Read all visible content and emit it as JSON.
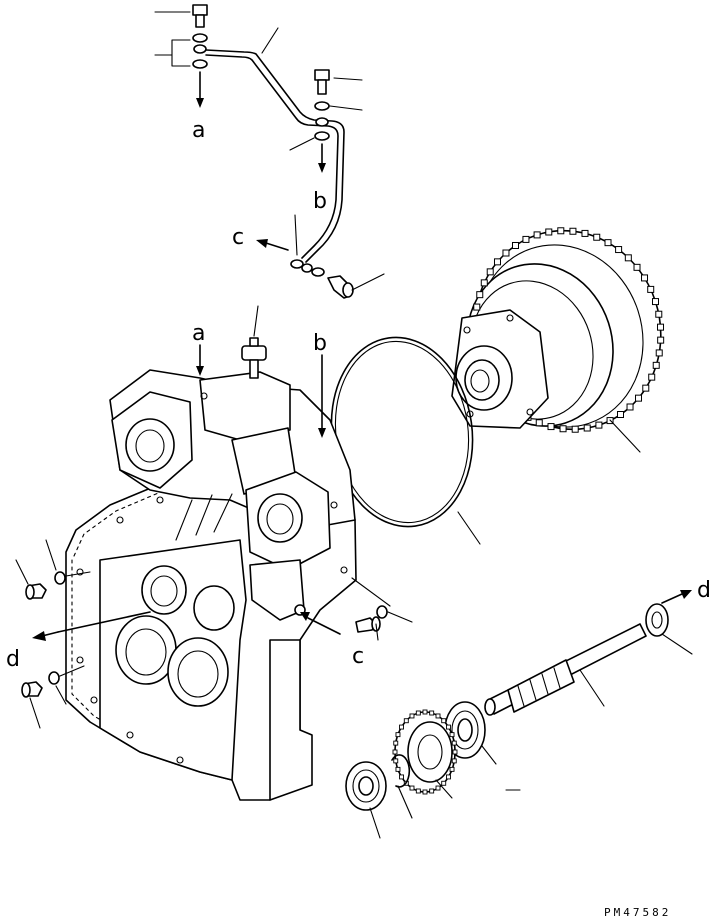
{
  "diagram": {
    "labels": {
      "a_top": "a",
      "b_top": "b",
      "c_top": "c",
      "a_housing": "a",
      "b_housing": "b",
      "c_housing": "c",
      "d_left": "d",
      "d_right": "d"
    },
    "drawing_code": "PM47582"
  }
}
